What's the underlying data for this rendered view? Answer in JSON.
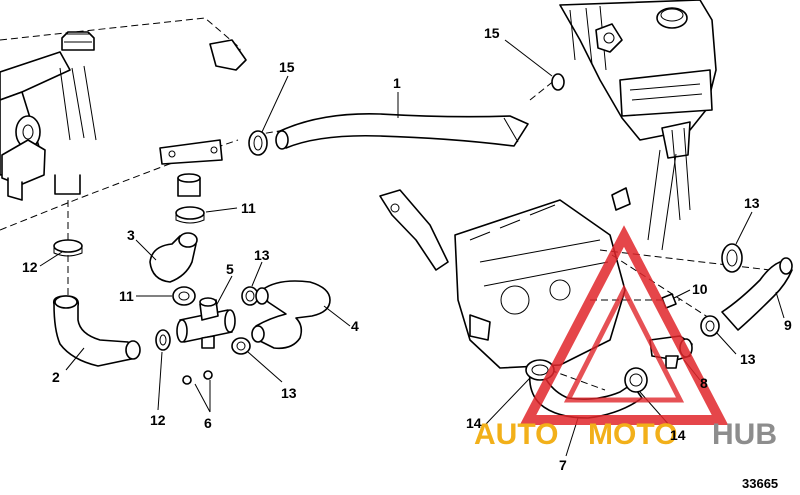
{
  "callouts": {
    "c1": "1",
    "c2": "2",
    "c3": "3",
    "c4": "4",
    "c5": "5",
    "c6": "6",
    "c7": "7",
    "c8": "8",
    "c9": "9",
    "c10": "10",
    "c11a": "11",
    "c11b": "11",
    "c12a": "12",
    "c12b": "12",
    "c13a": "13",
    "c13b": "13",
    "c13c": "13",
    "c13d": "13",
    "c14a": "14",
    "c14b": "14",
    "c15a": "15",
    "c15b": "15"
  },
  "figure_number": "33665",
  "watermark": {
    "part1": "AUTO",
    "part2": "MOTO",
    "part3": "HUB"
  },
  "colors": {
    "watermark_red": "#e0262a",
    "watermark_orange": "#f2b01a",
    "watermark_gray": "#8d8d8d"
  }
}
